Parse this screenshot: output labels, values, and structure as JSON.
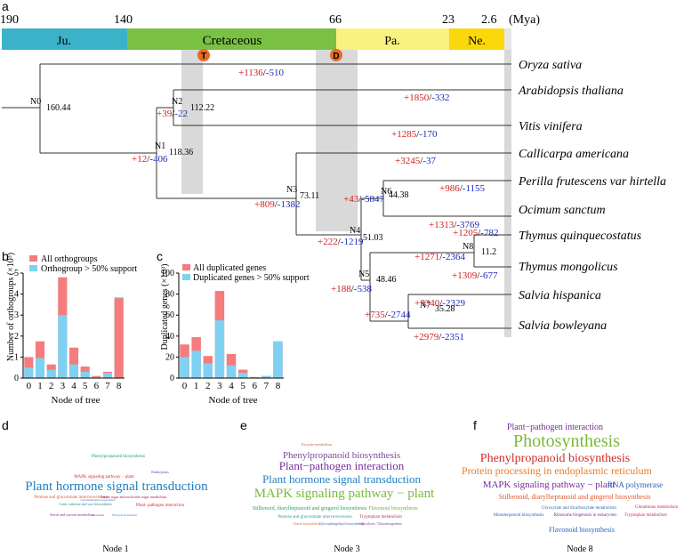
{
  "panel_a": {
    "letter": "a",
    "time_ticks": [
      "190",
      "140",
      "66",
      "23",
      "2.6"
    ],
    "unit": "(Mya)",
    "eras": [
      {
        "label": "Ju.",
        "color": "#3bb2c8"
      },
      {
        "label": "Cretaceous",
        "color": "#7ac143"
      },
      {
        "label": "Pa.",
        "color": "#f9f27e"
      },
      {
        "label": "Ne.",
        "color": "#fad80b"
      }
    ],
    "event_markers": [
      "T",
      "D"
    ],
    "species": [
      "Oryza sativa",
      "Arabidopsis thaliana",
      "Vitis vinifera",
      "Callicarpa americana",
      "Perilla frutescens var hirtella",
      "Ocimum sanctum",
      "Thymus quinquecostatus",
      "Thymus mongolicus",
      "Salvia hispanica",
      "Salvia bowleyana"
    ],
    "nodes": [
      {
        "name": "N0",
        "age": "160.44"
      },
      {
        "name": "N1",
        "age": "118.36"
      },
      {
        "name": "N2",
        "age": "112.22"
      },
      {
        "name": "N3",
        "age": "73.11"
      },
      {
        "name": "N4",
        "age": "51.03"
      },
      {
        "name": "N5",
        "age": "48.46"
      },
      {
        "name": "N6",
        "age": "44.38"
      },
      {
        "name": "N7",
        "age": "35.28"
      },
      {
        "name": "N8",
        "age": "11.2"
      }
    ],
    "gene_changes": [
      {
        "gain": "+1136",
        "loss": "-510"
      },
      {
        "gain": "+1850",
        "loss": "-332"
      },
      {
        "gain": "+39",
        "loss": "-22"
      },
      {
        "gain": "+1285",
        "loss": "-170"
      },
      {
        "gain": "+12",
        "loss": "-406"
      },
      {
        "gain": "+3245",
        "loss": "-37"
      },
      {
        "gain": "+986",
        "loss": "-1155"
      },
      {
        "gain": "+809",
        "loss": "-1382"
      },
      {
        "gain": "+43",
        "loss": "-5847"
      },
      {
        "gain": "+1313",
        "loss": "-3769"
      },
      {
        "gain": "+1205",
        "loss": "-782"
      },
      {
        "gain": "+222",
        "loss": "-1219"
      },
      {
        "gain": "+1271",
        "loss": "-2364"
      },
      {
        "gain": "+1309",
        "loss": "-677"
      },
      {
        "gain": "+188",
        "loss": "-538"
      },
      {
        "gain": "+3340",
        "loss": "-2329"
      },
      {
        "gain": "+735",
        "loss": "-2744"
      },
      {
        "gain": "+2979",
        "loss": "-2351"
      }
    ]
  },
  "chart_data": [
    {
      "type": "bar",
      "panel": "b",
      "title": "",
      "xlabel": "Node of tree",
      "ylabel": "Number of orthogroups (×10³)",
      "ylim": [
        0,
        5
      ],
      "categories": [
        "0",
        "1",
        "2",
        "3",
        "4",
        "5",
        "6",
        "7",
        "8"
      ],
      "series": [
        {
          "name": "All orthogroups",
          "values": [
            1.0,
            1.75,
            0.65,
            4.8,
            1.45,
            0.55,
            0.1,
            0.3,
            3.8
          ],
          "color": "#f47c7c"
        },
        {
          "name": "Orthogroup > 50% support",
          "values": [
            0.5,
            0.95,
            0.4,
            3.0,
            0.65,
            0.3,
            0.05,
            0.25,
            3.85
          ],
          "color": "#7fd1f2"
        }
      ]
    },
    {
      "type": "bar",
      "panel": "c",
      "title": "",
      "xlabel": "Node of tree",
      "ylabel": "Duplicated genes (×10³)",
      "ylim": [
        0,
        100
      ],
      "categories": [
        "0",
        "1",
        "2",
        "3",
        "4",
        "5",
        "6",
        "7",
        "8"
      ],
      "series": [
        {
          "name": "All duplicated genes",
          "values": [
            32,
            39,
            21,
            83,
            23,
            8,
            1,
            2,
            35
          ],
          "color": "#f47c7c"
        },
        {
          "name": "Duplicated genes > 50% support",
          "values": [
            20,
            26,
            14,
            55,
            12,
            5,
            1,
            2,
            35
          ],
          "color": "#7fd1f2"
        }
      ]
    }
  ],
  "panel_b": {
    "letter": "b",
    "yticks": [
      "0",
      "1",
      "2",
      "3",
      "4",
      "5"
    ]
  },
  "panel_c": {
    "letter": "c",
    "yticks": [
      "0",
      "20",
      "40",
      "60",
      "80",
      "100"
    ]
  },
  "wordclouds": [
    {
      "letter": "d",
      "caption": "Node 1",
      "words": [
        {
          "t": "Phenylpropanoid biosynthesis",
          "c": "#1e9e5e"
        },
        {
          "t": "Plant hormone signal transduction",
          "c": "#1f7fc0"
        },
        {
          "t": "MAPK signaling pathway − plant",
          "c": "#d42a2a"
        },
        {
          "t": "Pentose and glucuronate interconversions",
          "c": "#e05a2c"
        },
        {
          "t": "Amino sugar and nucleotide sugar metabolism",
          "c": "#b02050"
        },
        {
          "t": "Plant−pathogen interaction",
          "c": "#d42a2a"
        },
        {
          "t": "Endocytosis",
          "c": "#2050b0"
        },
        {
          "t": "Cutin, suberine and wax biosynthesis",
          "c": "#2a8a8a"
        },
        {
          "t": "Glycosaminoglycan degradation",
          "c": "#4a62c0"
        },
        {
          "t": "Starch and sucrose metabolism",
          "c": "#7a2a9a"
        },
        {
          "t": "Flavonoid biosynthesis",
          "c": "#2a7ad0"
        },
        {
          "t": "Peroxisome",
          "c": "#c02050"
        }
      ]
    },
    {
      "letter": "e",
      "caption": "Node 3",
      "words": [
        {
          "t": "Phenylpropanoid biosynthesis",
          "c": "#7a4a9a"
        },
        {
          "t": "Plant−pathogen interaction",
          "c": "#7a2a9a"
        },
        {
          "t": "Plant hormone signal transduction",
          "c": "#1f7fc0"
        },
        {
          "t": "MAPK signaling pathway − plant",
          "c": "#7ab83a"
        },
        {
          "t": "Stilbenoid, diarylheptanoid and gingerol biosynthesis",
          "c": "#2ea06a"
        },
        {
          "t": "Flavonoid biosynthesis",
          "c": "#6ab040"
        },
        {
          "t": "Pentose and glucuronate interconversions",
          "c": "#2a9a9a"
        },
        {
          "t": "Tryptophan metabolism",
          "c": "#c03050"
        },
        {
          "t": "Pyruvate metabolism",
          "c": "#e05a2c"
        },
        {
          "t": "Glycosphingolipid biosynthesis",
          "c": "#4a62c0"
        },
        {
          "t": "Zeatin biosynthesis",
          "c": "#e07040"
        },
        {
          "t": "Glycolysis / Gluconeogenesis",
          "c": "#7a2a9a"
        }
      ]
    },
    {
      "letter": "f",
      "caption": "Node 8",
      "words": [
        {
          "t": "Plant−pathogen interaction",
          "c": "#7a2a9a"
        },
        {
          "t": "Photosynthesis",
          "c": "#7ab83a"
        },
        {
          "t": "Phenylpropanoid biosynthesis",
          "c": "#d42a2a"
        },
        {
          "t": "Protein processing in endoplasmic reticulum",
          "c": "#f07a20"
        },
        {
          "t": "MAPK signaling pathway − plant",
          "c": "#7a2a9a"
        },
        {
          "t": "RNA polymerase",
          "c": "#2a62c0"
        },
        {
          "t": "Stilbenoid, diarylheptanoid and gingerol biosynthesis",
          "c": "#e05a2c"
        },
        {
          "t": "Glutathione metabolism",
          "c": "#c03050"
        },
        {
          "t": "Glyoxylate and dicarboxylate metabolism",
          "c": "#2a62c0"
        },
        {
          "t": "Monoterpenoid biosynthesis",
          "c": "#2a62c0"
        },
        {
          "t": "Ribosome biogenesis in eukaryotes",
          "c": "#7a2a9a"
        },
        {
          "t": "Tryptophan metabolism",
          "c": "#c03050"
        },
        {
          "t": "Flavonoid biosynthesis",
          "c": "#2a62c0"
        }
      ]
    }
  ]
}
